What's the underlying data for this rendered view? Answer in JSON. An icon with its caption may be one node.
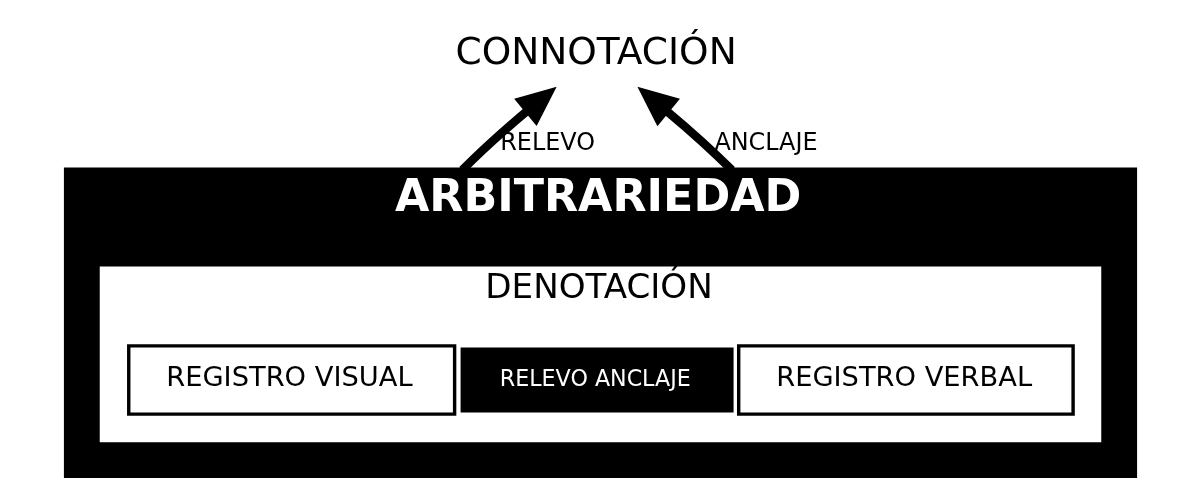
{
  "diagram": {
    "nodes": [
      {
        "text": [
          "CONNOTACIÓN"
        ]
      },
      {
        "text": [
          "ARBITRARIEDAD"
        ]
      },
      {
        "text": [
          "DENOTACIÓN"
        ],
        "in": 1
      },
      {
        "text": [
          "REGISTRO VISUAL"
        ],
        "in": 2
      },
      {
        "text": [
          "RELEVO ANCLAJE"
        ],
        "in": 2
      },
      {
        "text": [
          "REGISTRO VERBAL"
        ],
        "in": 2
      }
    ],
    "edges": [
      {
        "from": 1,
        "to": 0,
        "arrow": "to",
        "label": "RELEVO"
      },
      {
        "from": 1,
        "to": 0,
        "arrow": "to",
        "label": "ANCLAJE"
      }
    ]
  }
}
